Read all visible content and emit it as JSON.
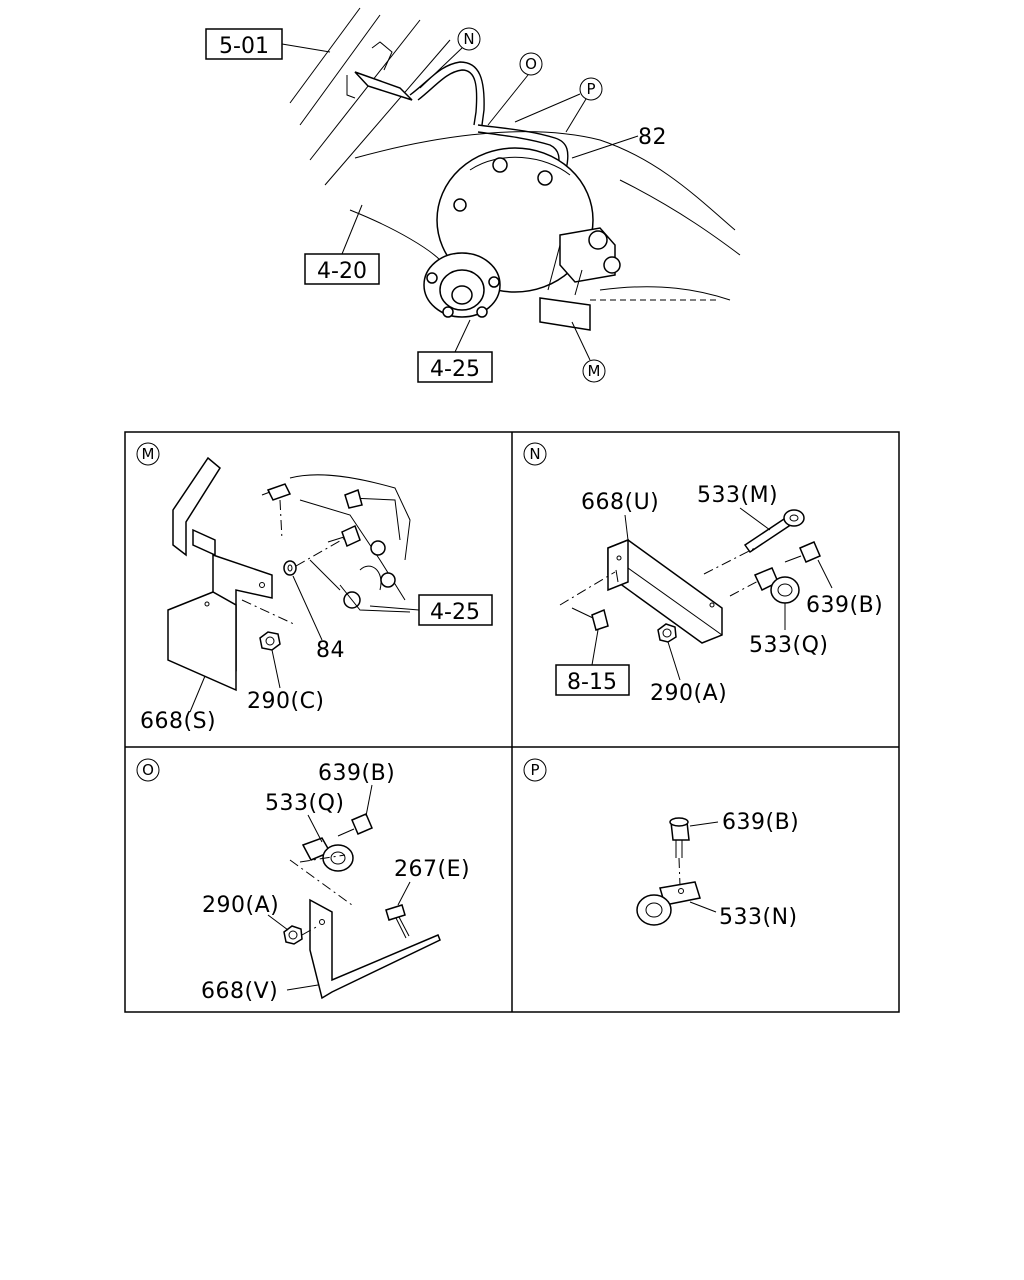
{
  "overview": {
    "ref_boxes": [
      "5-01",
      "4-20",
      "4-25"
    ],
    "callouts": [
      "N",
      "O",
      "P",
      "M"
    ],
    "part_labels": [
      "82"
    ]
  },
  "panel_m": {
    "letter": "M",
    "ref_box": "4-25",
    "labels": [
      "84",
      "290(C)",
      "668(S)"
    ]
  },
  "panel_n": {
    "letter": "N",
    "ref_box": "8-15",
    "labels": [
      "668(U)",
      "533(M)",
      "639(B)",
      "533(Q)",
      "290(A)"
    ]
  },
  "panel_o": {
    "letter": "O",
    "labels": [
      "639(B)",
      "533(Q)",
      "267(E)",
      "290(A)",
      "668(V)"
    ]
  },
  "panel_p": {
    "letter": "P",
    "labels": [
      "639(B)",
      "533(N)"
    ]
  }
}
